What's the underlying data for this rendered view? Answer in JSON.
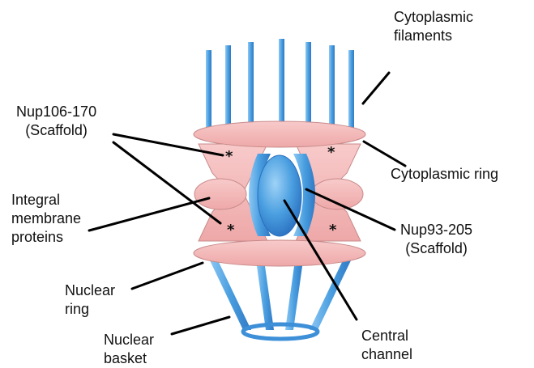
{
  "labels": {
    "cytoplasmic_filaments": [
      "Cytoplasmic",
      "filaments"
    ],
    "nup106": [
      "Nup106-170",
      "(Scaffold)"
    ],
    "cytoplasmic_ring": "Cytoplasmic ring",
    "integral_membrane": [
      "Integral",
      "membrane",
      "proteins"
    ],
    "nup93": [
      "Nup93-205",
      "(Scaffold)"
    ],
    "nuclear_ring": [
      "Nuclear",
      "ring"
    ],
    "nuclear_basket": [
      "Nuclear",
      "basket"
    ],
    "central_channel": [
      "Central",
      "channel"
    ]
  },
  "asterisk": "*",
  "colors": {
    "blue": "#4a9fe0",
    "blue_dark": "#2f78c4",
    "pink": "#f4b8b8",
    "pink_edge": "#c88a8a",
    "line": "#000000"
  }
}
